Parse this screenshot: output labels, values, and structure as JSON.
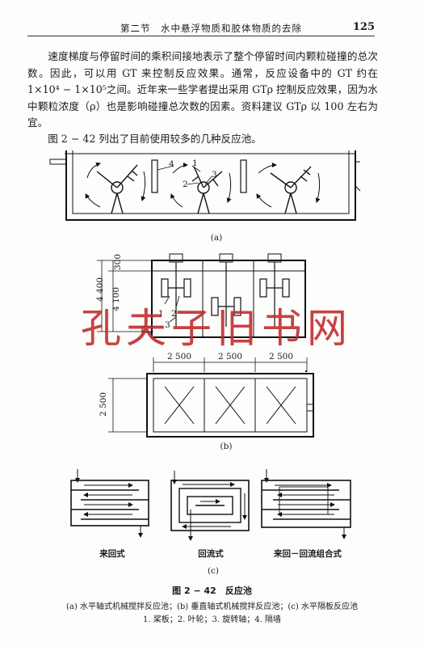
{
  "header": {
    "section": "第二节　水中悬浮物质和胶体物质的去除",
    "page_number": "125"
  },
  "body": {
    "paragraph1": "速度梯度与停留时间的乘积间接地表示了整个停留时间内颗粒碰撞的总次数。因此，可以用 GT 来控制反应效果。通常，反应设备中的 GT 约在 1×10⁴ − 1×10⁵之间。近年来一些学者提出采用 GTρ 控制反应效果，因为水中颗粒浓度（ρ）也是影响碰撞总次数的因素。资料建议 GTρ 以 100 左右为宜。",
    "paragraph2": "图 2 − 42 列出了目前使用较多的几种反应池。"
  },
  "figure": {
    "a": {
      "label": "(a)",
      "callouts": [
        "1",
        "2",
        "3",
        "4"
      ]
    },
    "b": {
      "label": "(b)",
      "dim_height_total": "4 400",
      "dim_top": "300",
      "dim_mid": "4 100",
      "dim_width": "2 500",
      "dim_side": "2 500",
      "callouts": [
        "1",
        "2",
        "3"
      ]
    },
    "c": {
      "label": "(c)",
      "types": [
        "来回式",
        "回流式",
        "来回－回流组合式"
      ]
    }
  },
  "caption": {
    "title": "图 2 − 42　反应池",
    "line1": "(a) 水平轴式机械搅拌反应池；(b) 垂直轴式机械搅拌反应池；(c) 水平隔板反应池",
    "line2": "1. 桨板；2. 叶轮；3. 旋转轴；4. 隔墙"
  },
  "watermark": "孔夫子旧书网"
}
